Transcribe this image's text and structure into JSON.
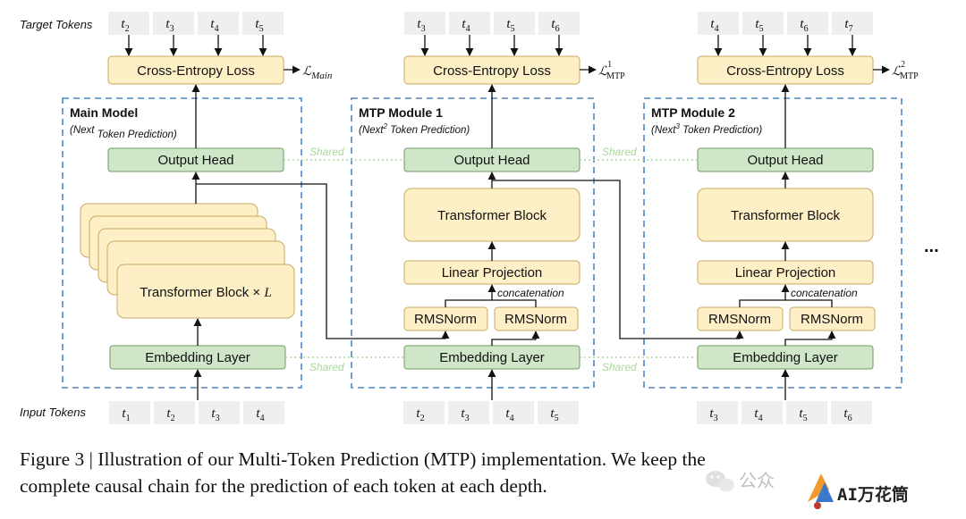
{
  "side_labels": {
    "target": "Target Tokens",
    "input": "Input Tokens"
  },
  "loss_box_label": "Cross-Entropy Loss",
  "loss_symbols": [
    {
      "main": "ℒ",
      "sub": "Main",
      "sup": ""
    },
    {
      "main": "ℒ",
      "sub": "MTP",
      "sup": "1"
    },
    {
      "main": "ℒ",
      "sub": "MTP",
      "sup": "2"
    }
  ],
  "shared_label": "Shared",
  "concat_label": "concatenation",
  "ellipsis": "...",
  "columns": [
    {
      "title": "Main Model",
      "subtitle_pre": "(Next",
      "subtitle_sup": "",
      "subtitle_post": " Token Prediction)",
      "target_tokens": [
        {
          "b": "t",
          "s": "2"
        },
        {
          "b": "t",
          "s": "3"
        },
        {
          "b": "t",
          "s": "4"
        },
        {
          "b": "t",
          "s": "5"
        }
      ],
      "input_tokens": [
        {
          "b": "t",
          "s": "1"
        },
        {
          "b": "t",
          "s": "2"
        },
        {
          "b": "t",
          "s": "3"
        },
        {
          "b": "t",
          "s": "4"
        }
      ],
      "output_head": "Output Head",
      "transformer": "Transformer Block × ",
      "transformer_var": "L",
      "embedding": "Embedding Layer"
    },
    {
      "title": "MTP Module 1",
      "subtitle_pre": "(Next",
      "subtitle_sup": "2",
      "subtitle_post": " Token Prediction)",
      "target_tokens": [
        {
          "b": "t",
          "s": "3"
        },
        {
          "b": "t",
          "s": "4"
        },
        {
          "b": "t",
          "s": "5"
        },
        {
          "b": "t",
          "s": "6"
        }
      ],
      "input_tokens": [
        {
          "b": "t",
          "s": "2"
        },
        {
          "b": "t",
          "s": "3"
        },
        {
          "b": "t",
          "s": "4"
        },
        {
          "b": "t",
          "s": "5"
        }
      ],
      "output_head": "Output Head",
      "transformer": "Transformer Block",
      "linear": "Linear Projection",
      "rms": [
        "RMSNorm",
        "RMSNorm"
      ],
      "embedding": "Embedding Layer"
    },
    {
      "title": "MTP Module 2",
      "subtitle_pre": "(Next",
      "subtitle_sup": "3",
      "subtitle_post": " Token Prediction)",
      "target_tokens": [
        {
          "b": "t",
          "s": "4"
        },
        {
          "b": "t",
          "s": "5"
        },
        {
          "b": "t",
          "s": "6"
        },
        {
          "b": "t",
          "s": "7"
        }
      ],
      "input_tokens": [
        {
          "b": "t",
          "s": "3"
        },
        {
          "b": "t",
          "s": "4"
        },
        {
          "b": "t",
          "s": "5"
        },
        {
          "b": "t",
          "s": "6"
        }
      ],
      "output_head": "Output Head",
      "transformer": "Transformer Block",
      "linear": "Linear Projection",
      "rms": [
        "RMSNorm",
        "RMSNorm"
      ],
      "embedding": "Embedding Layer"
    }
  ],
  "caption": {
    "line1": "Figure 3 | Illustration of our Multi-Token Prediction (MTP) implementation.  We keep the",
    "line2": "complete causal chain for the prediction of each token at each depth."
  },
  "watermark": {
    "icon": "wechat-icon",
    "text": "公众",
    "logo_text": "AI万花筒"
  }
}
